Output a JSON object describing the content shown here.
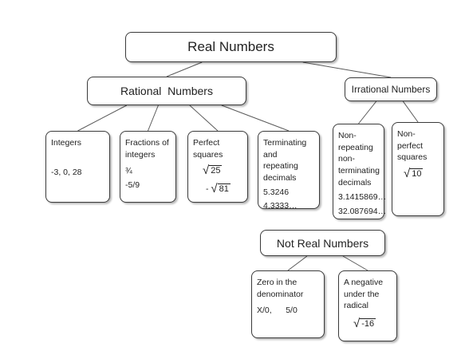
{
  "nodes": {
    "real_numbers": "Real Numbers",
    "rational_numbers": "Rational  Numbers",
    "irrational_numbers": "Irrational Numbers",
    "not_real_numbers": "Not Real Numbers",
    "integers": {
      "label": "Integers",
      "example": "-3, 0, 28"
    },
    "fractions": {
      "label": "Fractions of integers",
      "examples": [
        "¾",
        "-5/9"
      ]
    },
    "perfect_squares": {
      "label": "Perfect squares",
      "examples": [
        {
          "prefix": "",
          "radicand": "25"
        },
        {
          "prefix": "- ",
          "radicand": "81"
        }
      ]
    },
    "terminating": {
      "label": "Terminating and repeating decimals",
      "examples": [
        "5.3246",
        "4.3333…"
      ]
    },
    "non_repeating": {
      "label": "Non-repeating non-terminating decimals",
      "examples": [
        "3.1415869…",
        "32.087694…"
      ]
    },
    "non_perfect": {
      "label": "Non-perfect squares",
      "examples": [
        {
          "prefix": "",
          "radicand": "10"
        }
      ]
    },
    "zero_denominator": {
      "label": "Zero in the denominator",
      "examples": [
        "X/0,",
        "5/0"
      ]
    },
    "negative_radical": {
      "label": "A negative under the radical",
      "examples": [
        {
          "prefix": "",
          "radicand": "-16"
        }
      ]
    }
  },
  "edges": [
    [
      "real_numbers",
      "rational_numbers"
    ],
    [
      "real_numbers",
      "irrational_numbers"
    ],
    [
      "rational_numbers",
      "integers"
    ],
    [
      "rational_numbers",
      "fractions"
    ],
    [
      "rational_numbers",
      "perfect_squares"
    ],
    [
      "rational_numbers",
      "terminating"
    ],
    [
      "irrational_numbers",
      "non_repeating"
    ],
    [
      "irrational_numbers",
      "non_perfect"
    ],
    [
      "not_real_numbers",
      "zero_denominator"
    ],
    [
      "not_real_numbers",
      "negative_radical"
    ]
  ],
  "colors": {
    "border": "#3a3a3a",
    "line": "#5a5a5a",
    "text": "#222222"
  }
}
